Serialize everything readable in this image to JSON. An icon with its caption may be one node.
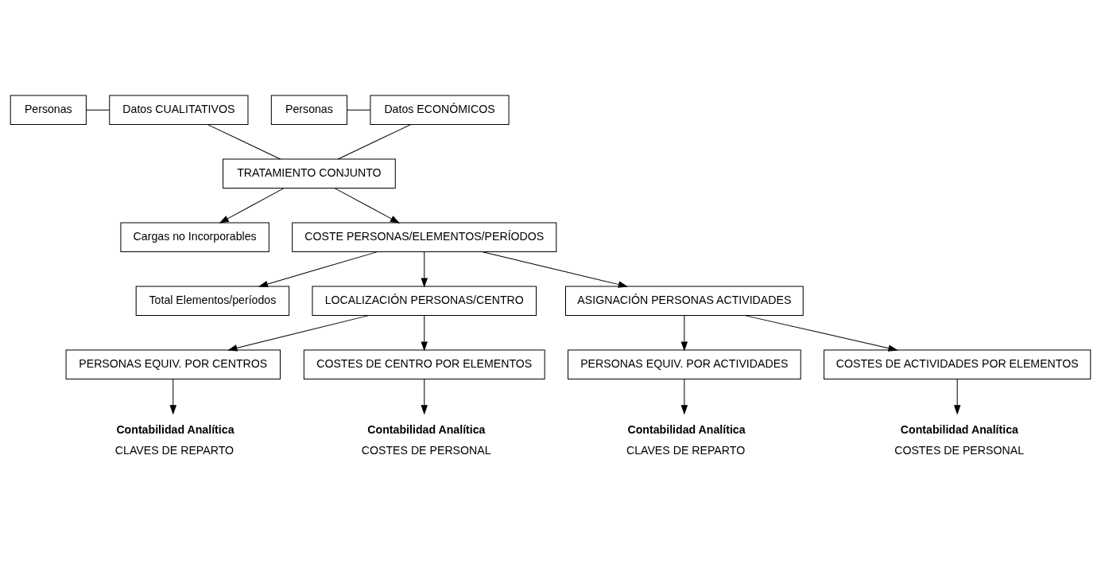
{
  "diagram": {
    "nodes": [
      {
        "text": [
          "Personas"
        ]
      },
      {
        "text": [
          "Datos CUALITATIVOS"
        ]
      },
      {
        "text": [
          "Personas"
        ]
      },
      {
        "text": [
          "Datos ECONÓMICOS"
        ]
      },
      {
        "text": [
          "TRATAMIENTO CONJUNTO"
        ]
      },
      {
        "text": [
          "Cargas no Incorporables"
        ]
      },
      {
        "text": [
          "COSTE PERSONAS/ELEMENTOS/PERÍODOS"
        ]
      },
      {
        "text": [
          "Total Elementos/períodos"
        ]
      },
      {
        "text": [
          "LOCALIZACIÓN PERSONAS/CENTRO"
        ]
      },
      {
        "text": [
          "ASIGNACIÓN PERSONAS ACTIVIDADES"
        ]
      },
      {
        "text": [
          "PERSONAS EQUIV. POR CENTROS"
        ]
      },
      {
        "text": [
          "COSTES DE CENTRO POR ELEMENTOS"
        ]
      },
      {
        "text": [
          "PERSONAS EQUIV. POR ACTIVIDADES"
        ]
      },
      {
        "text": [
          "COSTES DE ACTIVIDADES POR ELEMENTOS"
        ]
      },
      {
        "text": [
          "Contabilidad Analítica",
          "CLAVES DE REPARTO"
        ]
      },
      {
        "text": [
          "Contabilidad Analítica",
          "COSTES DE PERSONAL"
        ]
      },
      {
        "text": [
          "Contabilidad Analítica",
          "CLAVES DE REPARTO"
        ]
      },
      {
        "text": [
          "Contabilidad Analítica",
          "COSTES DE PERSONAL"
        ]
      }
    ],
    "edges": [
      {
        "from": 0,
        "to": 1,
        "arrow": "none"
      },
      {
        "from": 1,
        "to": 4,
        "arrow": "none"
      },
      {
        "from": 2,
        "to": 3,
        "arrow": "none"
      },
      {
        "from": 3,
        "to": 4,
        "arrow": "none"
      },
      {
        "from": 4,
        "to": 5,
        "arrow": "to"
      },
      {
        "from": 4,
        "to": 6,
        "arrow": "to"
      },
      {
        "from": 6,
        "to": 7,
        "arrow": "to"
      },
      {
        "from": 6,
        "to": 8,
        "arrow": "to"
      },
      {
        "from": 6,
        "to": 9,
        "arrow": "to"
      },
      {
        "from": 8,
        "to": 10,
        "arrow": "to"
      },
      {
        "from": 8,
        "to": 11,
        "arrow": "to"
      },
      {
        "from": 9,
        "to": 12,
        "arrow": "to"
      },
      {
        "from": 9,
        "to": 13,
        "arrow": "to"
      },
      {
        "from": 10,
        "to": 14,
        "arrow": "to"
      },
      {
        "from": 11,
        "to": 15,
        "arrow": "to"
      },
      {
        "from": 12,
        "to": 16,
        "arrow": "to"
      },
      {
        "from": 13,
        "to": 17,
        "arrow": "to"
      }
    ]
  }
}
